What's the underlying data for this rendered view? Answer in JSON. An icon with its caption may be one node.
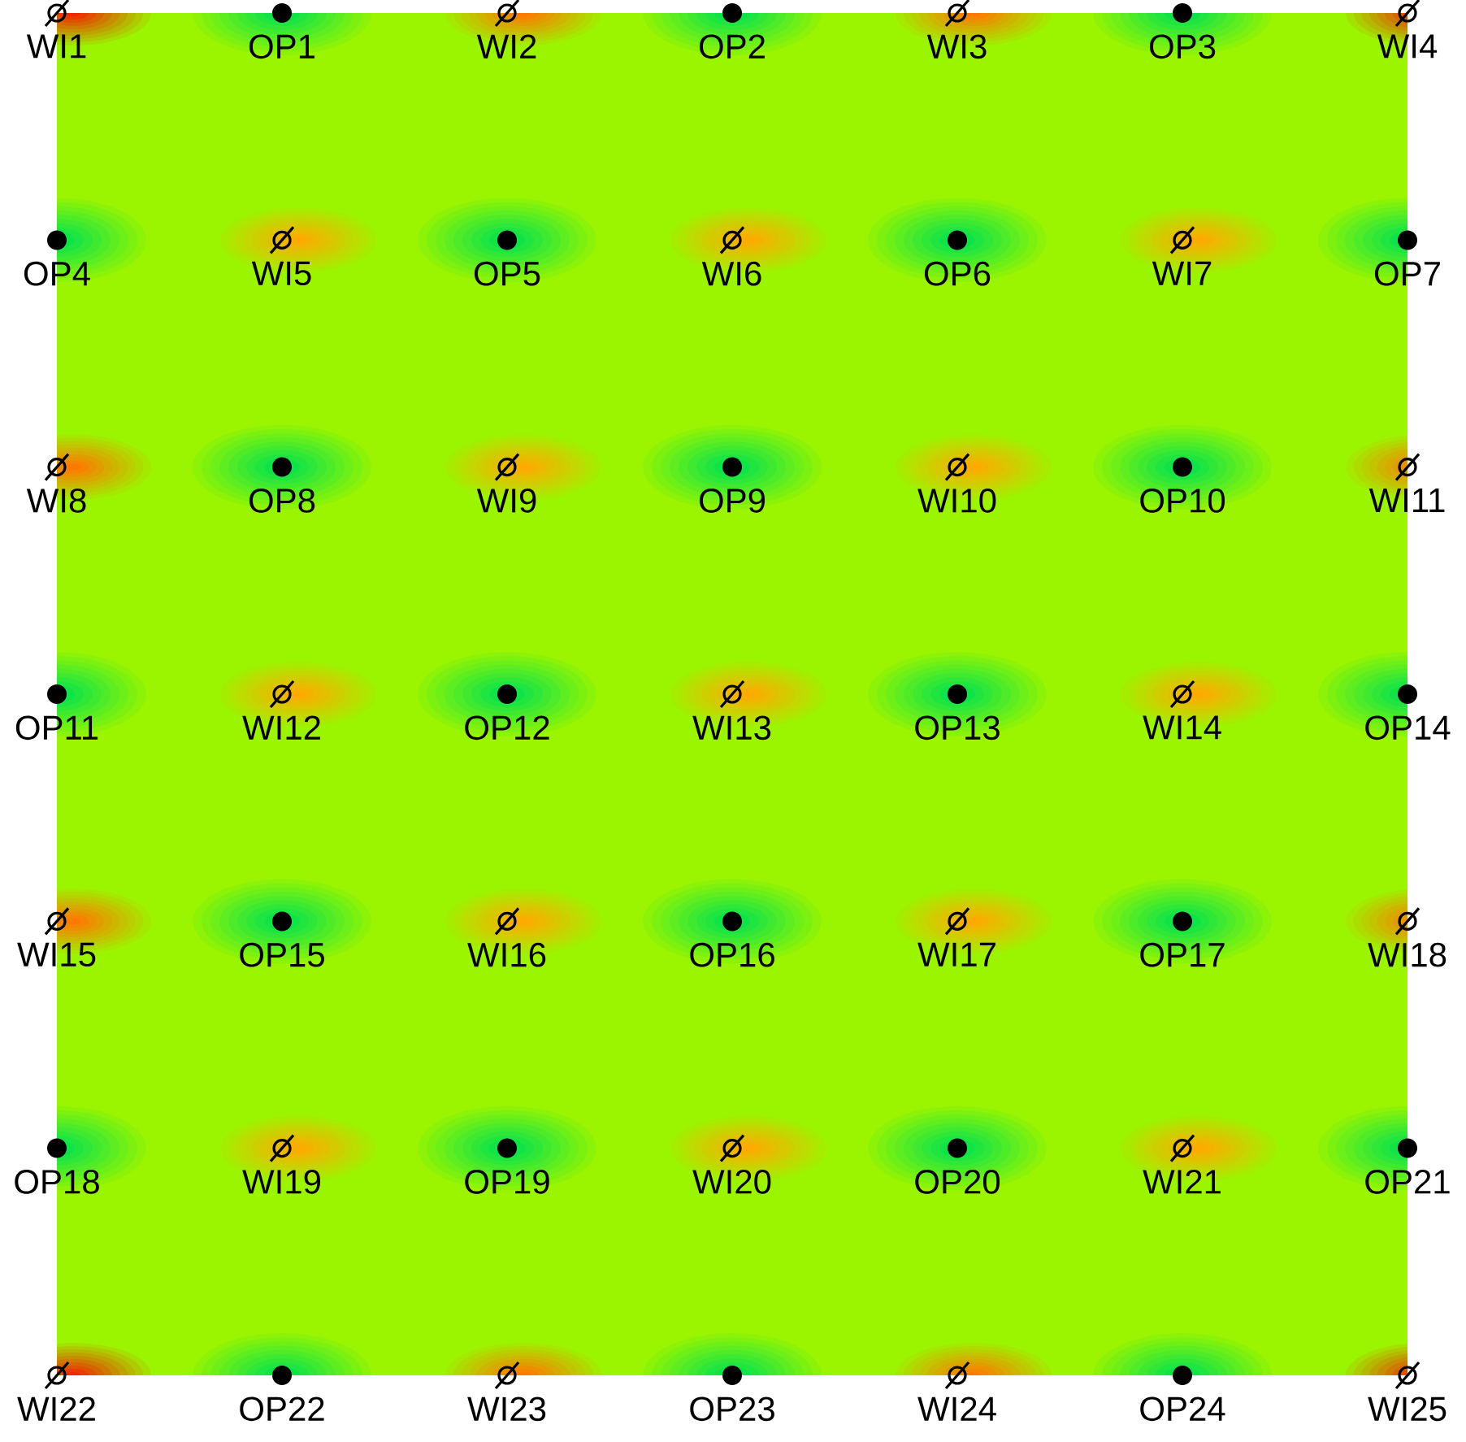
{
  "diagram": {
    "labels": [
      "WI1",
      "OP1",
      "WI2",
      "OP2",
      "WI3",
      "OP3",
      "WI4",
      "OP4",
      "WI5",
      "OP5",
      "WI6",
      "OP6",
      "WI7",
      "OP7",
      "WI8",
      "OP8",
      "WI9",
      "OP9",
      "WI10",
      "OP10",
      "WI11",
      "OP11",
      "WI12",
      "OP12",
      "WI13",
      "OP13",
      "WI14",
      "OP14",
      "WI15",
      "OP15",
      "WI16",
      "OP16",
      "WI17",
      "OP17",
      "WI18",
      "OP18",
      "WI19",
      "OP19",
      "WI20",
      "OP20",
      "WI21",
      "OP21",
      "WI22",
      "OP22",
      "WI23",
      "OP23",
      "WI24",
      "OP24",
      "WI25"
    ]
  }
}
